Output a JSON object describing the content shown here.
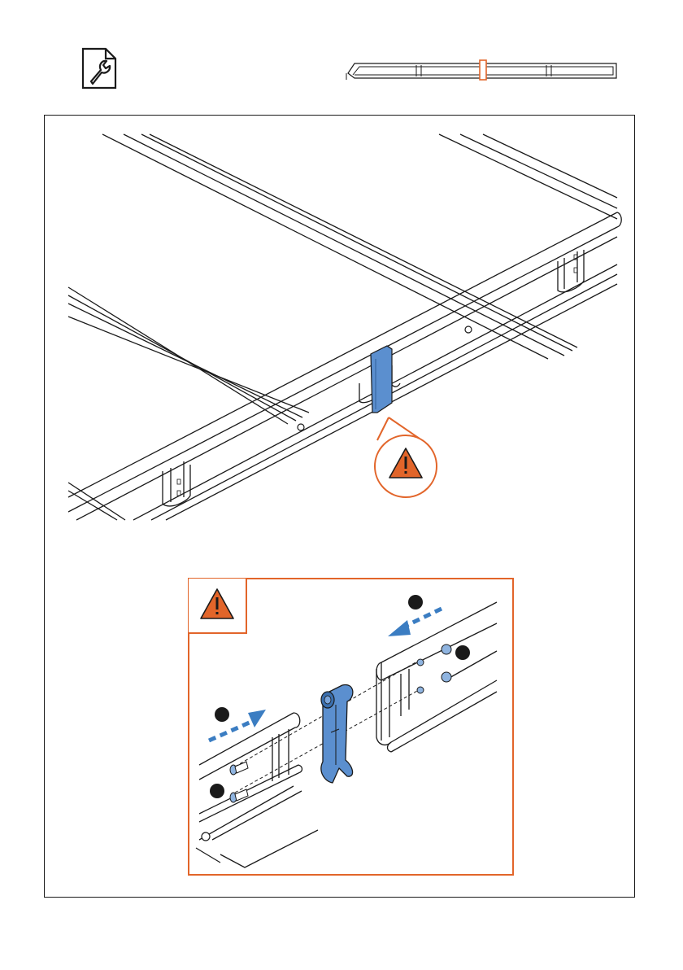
{
  "page": {
    "header": {
      "tool_icon": "document-wrench-icon",
      "rail_icon": "roof-rack-rail-overview-icon"
    },
    "main_illustration": {
      "subject": "roof-rack-frame",
      "highlight_part": "rail-connector-bracket",
      "warning_icon": "warning-triangle-icon"
    },
    "detail_inset": {
      "warning_icon": "warning-triangle-icon",
      "step_markers": [
        "",
        "",
        "",
        ""
      ],
      "arrows": [
        "push-right-arrow-icon",
        "push-left-arrow-icon"
      ],
      "part": "rail-connector-bracket"
    },
    "colors": {
      "accent_blue": "#3b7dc2",
      "highlight_blue": "#5b8fcf",
      "warning_orange": "#e2652a",
      "line": "#1a1a1a"
    }
  }
}
